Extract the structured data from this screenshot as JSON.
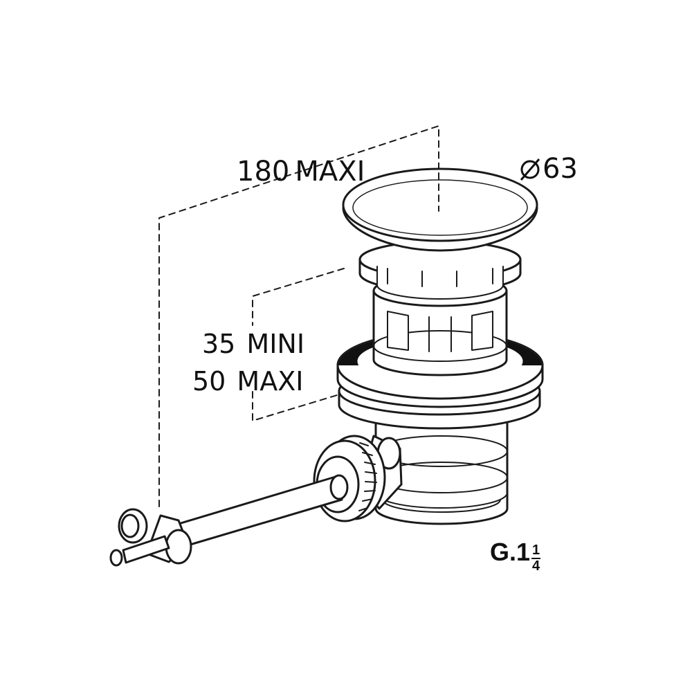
{
  "labels": {
    "height_total_value": "180",
    "height_total_suffix": "MAXI",
    "diameter_value": "63",
    "range_min": "35 MINI",
    "range_max": "50 MAXI",
    "thread_prefix": "G.1",
    "thread_numerator": "1",
    "thread_denominator": "4"
  },
  "colors": {
    "line": "#1a1a1a",
    "gasket": "#111111",
    "background": "#ffffff"
  }
}
